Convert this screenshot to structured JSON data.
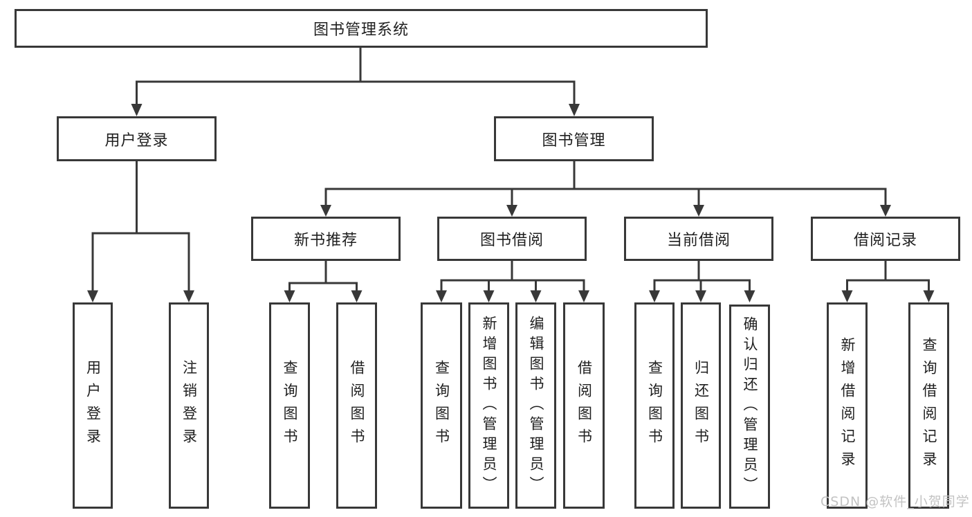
{
  "tree": {
    "label": "图书管理系统",
    "children": [
      {
        "label": "用户登录",
        "children": [
          {
            "label": "用户登录"
          },
          {
            "label": "注销登录"
          }
        ]
      },
      {
        "label": "图书管理",
        "children": [
          {
            "label": "新书推荐",
            "children": [
              {
                "label": "查询图书"
              },
              {
                "label": "借阅图书"
              }
            ]
          },
          {
            "label": "图书借阅",
            "children": [
              {
                "label": "查询图书"
              },
              {
                "label": "新增图书（管理员）"
              },
              {
                "label": "编辑图书（管理员）"
              },
              {
                "label": "借阅图书"
              }
            ]
          },
          {
            "label": "当前借阅",
            "children": [
              {
                "label": "查询图书"
              },
              {
                "label": "归还图书"
              },
              {
                "label": "确认归还（管理员）"
              }
            ]
          },
          {
            "label": "借阅记录",
            "children": [
              {
                "label": "新增借阅记录"
              },
              {
                "label": "查询借阅记录"
              }
            ]
          }
        ]
      }
    ]
  },
  "watermark": {
    "text": "CSDN @软件_小贺同学"
  },
  "colors": {
    "line": "#383838",
    "text": "#1f1f1f",
    "box-bg": "#ffffff",
    "watermark": "#c3c3c3",
    "background": "#ffffff"
  }
}
